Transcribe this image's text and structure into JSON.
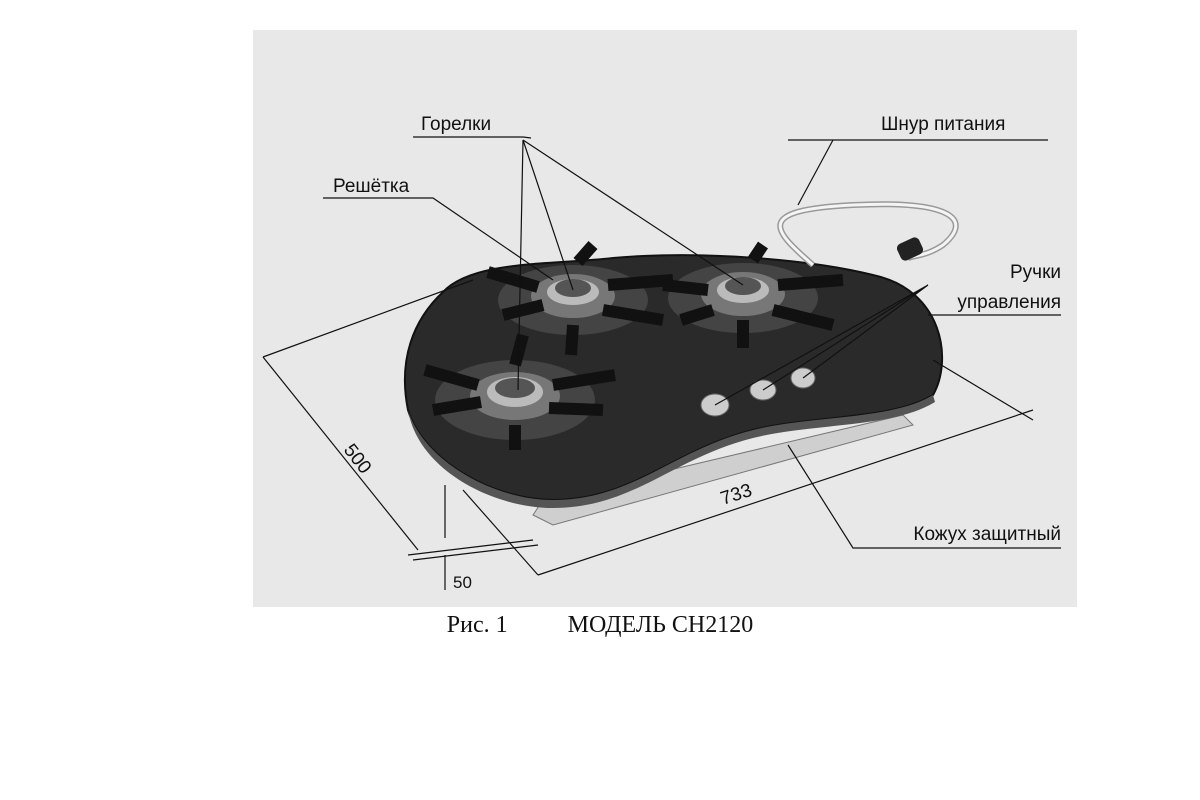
{
  "labels": {
    "burners": "Горелки",
    "power_cord": "Шнур питания",
    "grate": "Решётка",
    "knobs_line1": "Ручки",
    "knobs_line2": "управления",
    "depth": "500",
    "width": "733",
    "height": "50",
    "shield": "Кожух защитный"
  },
  "caption": {
    "figure": "Рис. 1",
    "model": "МОДЕЛЬ CH2120"
  }
}
